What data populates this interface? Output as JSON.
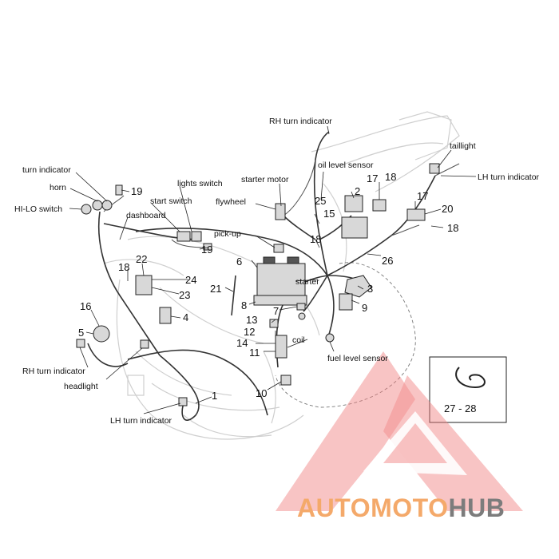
{
  "callouts": {
    "rh_turn_indicator_top": "RH turn indicator",
    "taillight": "taillight",
    "lh_turn_indicator_right": "LH turn indicator",
    "oil_level_sensor": "oil level sensor",
    "starter_motor": "starter motor",
    "turn_indicator": "turn indicator",
    "horn": "horn",
    "hi_lo_switch": "HI-LO switch",
    "lights_switch": "lights switch",
    "start_switch": "start switch",
    "dashboard": "dashboard",
    "flywheel": "flywheel",
    "pick_up": "pick-up",
    "starter": "starter",
    "coil": "coil",
    "fuel_level_sensor": "fuel level sensor",
    "rh_turn_indicator_left": "RH turn indicator",
    "headlight": "headlight",
    "lh_turn_indicator_bottom": "LH turn indicator"
  },
  "part_numbers": {
    "n1": "1",
    "n2": "2",
    "n3": "3",
    "n4": "4",
    "n5": "5",
    "n6": "6",
    "n7": "7",
    "n8": "8",
    "n9": "9",
    "n10": "10",
    "n11": "11",
    "n12": "12",
    "n13": "13",
    "n14": "14",
    "n15": "15",
    "n16": "16",
    "n17a": "17",
    "n17b": "17",
    "n18a": "18",
    "n18b": "18",
    "n18c": "18",
    "n18d": "18",
    "n19a": "19",
    "n19b": "19",
    "n20": "20",
    "n21": "21",
    "n22": "22",
    "n23": "23",
    "n24": "24",
    "n25": "25",
    "n26": "26",
    "n27_28": "27 - 28"
  },
  "watermark": {
    "part1": "AUTO",
    "part2": "MOTO",
    "part3": "HUB",
    "color_orange": "#f4a96a",
    "color_gray": "#7c7c7c",
    "triangle_color": "#f08080"
  }
}
